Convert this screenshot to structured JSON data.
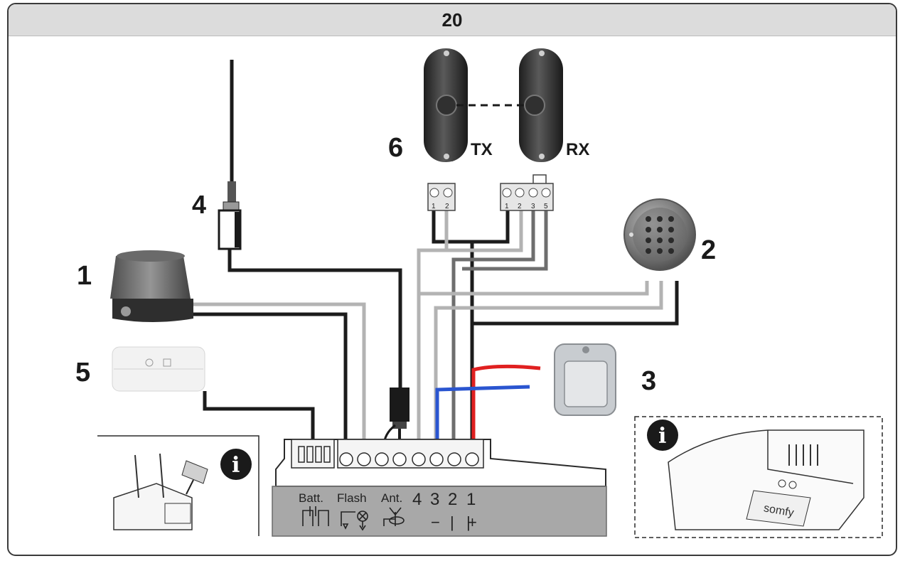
{
  "header": {
    "title": "20"
  },
  "components": {
    "flash_light": {
      "number": "1"
    },
    "keypad": {
      "number": "2"
    },
    "key_switch": {
      "number": "3"
    },
    "antenna": {
      "number": "4"
    },
    "battery": {
      "number": "5"
    },
    "photocells": {
      "number": "6",
      "tx_label": "TX",
      "rx_label": "RX"
    }
  },
  "tx_terminal": {
    "pins": [
      "1",
      "2"
    ]
  },
  "rx_terminal": {
    "pins": [
      "1",
      "2",
      "3",
      "5"
    ]
  },
  "terminal_strip": {
    "labels": [
      "Batt.",
      "Flash",
      "Ant.",
      "4",
      "3",
      "2",
      "1"
    ],
    "symbols": [
      "−",
      "|",
      "|",
      "+"
    ]
  },
  "info_icon": "i",
  "insets": {
    "left_info_icon": "info-icon",
    "right_info_icon": "info-icon",
    "brand_text": "somfy"
  },
  "colors": {
    "wire_dark": "#1c1c1c",
    "wire_mid": "#6e6e6e",
    "wire_light": "#b3b3b3",
    "wire_red": "#e02020",
    "wire_blue": "#2a55d0",
    "header_bg": "#dcdcdc"
  }
}
